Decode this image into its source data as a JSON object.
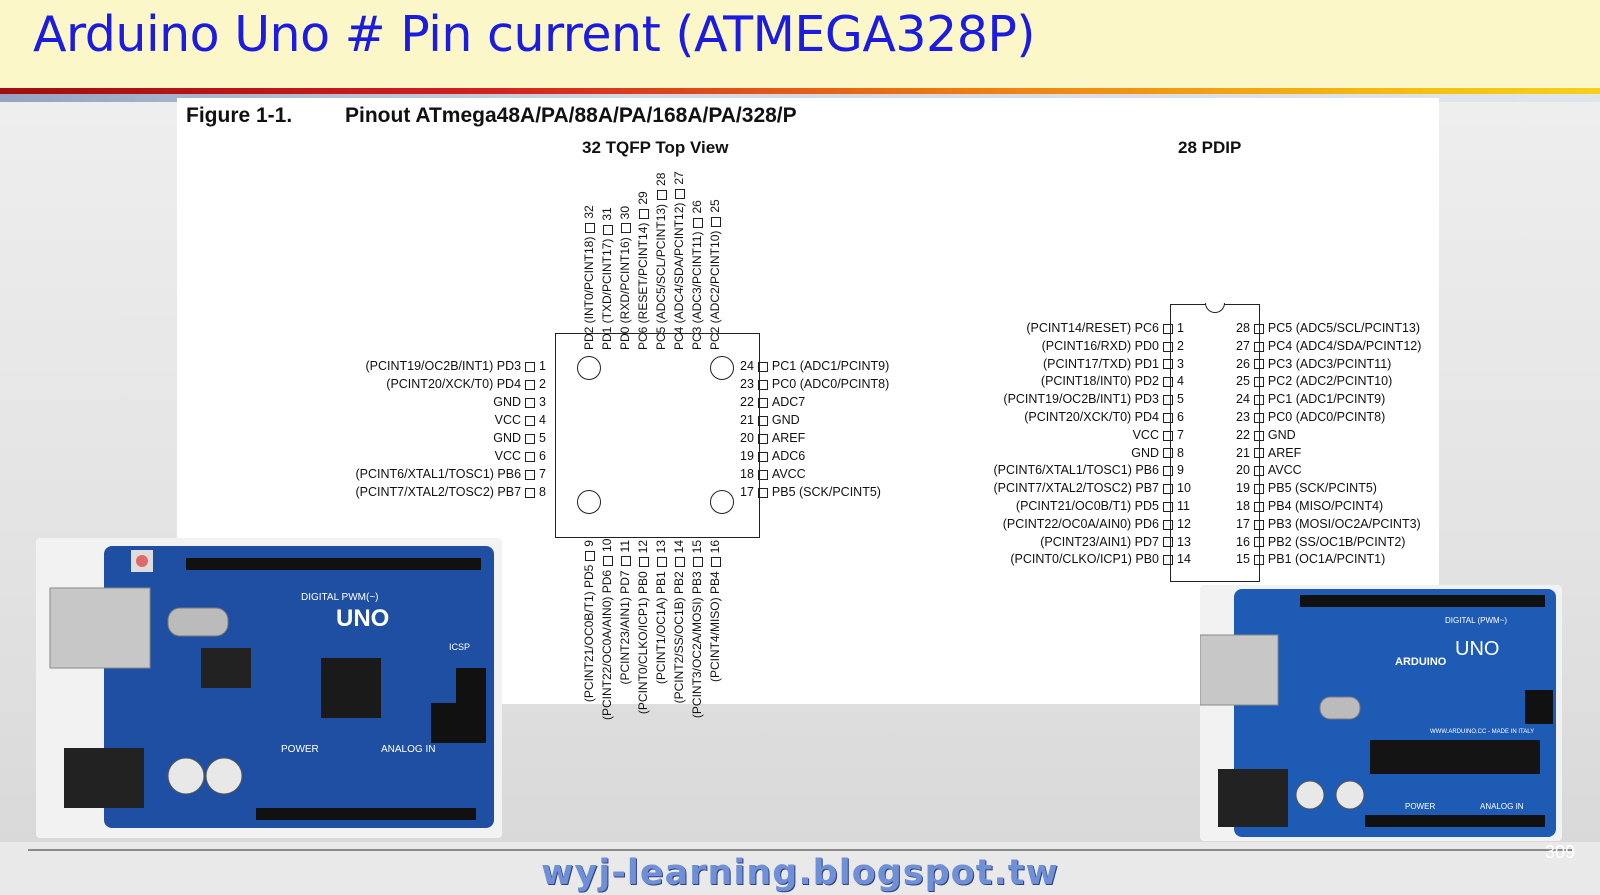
{
  "slide": {
    "title": "Arduino Uno # Pin current (ATMEGA328P)",
    "footer": "wyj-learning.blogspot.tw",
    "page_number": "309"
  },
  "figure": {
    "label": "Figure 1-1.",
    "title": "Pinout ATmega48A/PA/88A/PA/168A/PA/328/P",
    "tqfp_title": "32 TQFP Top View",
    "pdip_title": "28 PDIP"
  },
  "tqfp": {
    "left": [
      {
        "num": "1",
        "label": "(PCINT19/OC2B/INT1) PD3"
      },
      {
        "num": "2",
        "label": "(PCINT20/XCK/T0) PD4"
      },
      {
        "num": "3",
        "label": "GND"
      },
      {
        "num": "4",
        "label": "VCC"
      },
      {
        "num": "5",
        "label": "GND"
      },
      {
        "num": "6",
        "label": "VCC"
      },
      {
        "num": "7",
        "label": "(PCINT6/XTAL1/TOSC1) PB6"
      },
      {
        "num": "8",
        "label": "(PCINT7/XTAL2/TOSC2) PB7"
      }
    ],
    "right": [
      {
        "num": "24",
        "label": "PC1 (ADC1/PCINT9)"
      },
      {
        "num": "23",
        "label": "PC0 (ADC0/PCINT8)"
      },
      {
        "num": "22",
        "label": "ADC7"
      },
      {
        "num": "21",
        "label": "GND"
      },
      {
        "num": "20",
        "label": "AREF"
      },
      {
        "num": "19",
        "label": "ADC6"
      },
      {
        "num": "18",
        "label": "AVCC"
      },
      {
        "num": "17",
        "label": "PB5 (SCK/PCINT5)"
      }
    ],
    "top": [
      {
        "num": "32",
        "label": "PD2 (INT0/PCINT18)"
      },
      {
        "num": "31",
        "label": "PD1 (TXD/PCINT17)"
      },
      {
        "num": "30",
        "label": "PD0 (RXD/PCINT16)"
      },
      {
        "num": "29",
        "label": "PC6 (RESET/PCINT14)"
      },
      {
        "num": "28",
        "label": "PC5 (ADC5/SCL/PCINT13)"
      },
      {
        "num": "27",
        "label": "PC4 (ADC4/SDA/PCINT12)"
      },
      {
        "num": "26",
        "label": "PC3 (ADC3/PCINT11)"
      },
      {
        "num": "25",
        "label": "PC2 (ADC2/PCINT10)"
      }
    ],
    "bottom": [
      {
        "num": "9",
        "label": "(PCINT21/OC0B/T1) PD5"
      },
      {
        "num": "10",
        "label": "(PCINT22/OC0A/AIN0) PD6"
      },
      {
        "num": "11",
        "label": "(PCINT23/AIN1) PD7"
      },
      {
        "num": "12",
        "label": "(PCINT0/CLKO/ICP1) PB0"
      },
      {
        "num": "13",
        "label": "(PCINT1/OC1A) PB1"
      },
      {
        "num": "14",
        "label": "(PCINT2/SS/OC1B) PB2"
      },
      {
        "num": "15",
        "label": "(PCINT3/OC2A/MOSI) PB3"
      },
      {
        "num": "16",
        "label": "(PCINT4/MISO) PB4"
      }
    ]
  },
  "pdip": {
    "left": [
      {
        "num": "1",
        "label": "(PCINT14/RESET) PC6"
      },
      {
        "num": "2",
        "label": "(PCINT16/RXD) PD0"
      },
      {
        "num": "3",
        "label": "(PCINT17/TXD) PD1"
      },
      {
        "num": "4",
        "label": "(PCINT18/INT0) PD2"
      },
      {
        "num": "5",
        "label": "(PCINT19/OC2B/INT1) PD3"
      },
      {
        "num": "6",
        "label": "(PCINT20/XCK/T0) PD4"
      },
      {
        "num": "7",
        "label": "VCC"
      },
      {
        "num": "8",
        "label": "GND"
      },
      {
        "num": "9",
        "label": "(PCINT6/XTAL1/TOSC1) PB6"
      },
      {
        "num": "10",
        "label": "(PCINT7/XTAL2/TOSC2) PB7"
      },
      {
        "num": "11",
        "label": "(PCINT21/OC0B/T1) PD5"
      },
      {
        "num": "12",
        "label": "(PCINT22/OC0A/AIN0) PD6"
      },
      {
        "num": "13",
        "label": "(PCINT23/AIN1) PD7"
      },
      {
        "num": "14",
        "label": "(PCINT0/CLKO/ICP1) PB0"
      }
    ],
    "right": [
      {
        "num": "28",
        "label": "PC5 (ADC5/SCL/PCINT13)"
      },
      {
        "num": "27",
        "label": "PC4 (ADC4/SDA/PCINT12)"
      },
      {
        "num": "26",
        "label": "PC3 (ADC3/PCINT11)"
      },
      {
        "num": "25",
        "label": "PC2 (ADC2/PCINT10)"
      },
      {
        "num": "24",
        "label": "PC1 (ADC1/PCINT9)"
      },
      {
        "num": "23",
        "label": "PC0 (ADC0/PCINT8)"
      },
      {
        "num": "22",
        "label": "GND"
      },
      {
        "num": "21",
        "label": "AREF"
      },
      {
        "num": "20",
        "label": "AVCC"
      },
      {
        "num": "19",
        "label": "PB5 (SCK/PCINT5)"
      },
      {
        "num": "18",
        "label": "PB4 (MISO/PCINT4)"
      },
      {
        "num": "17",
        "label": "PB3 (MOSI/OC2A/PCINT3)"
      },
      {
        "num": "16",
        "label": "PB2 (SS/OC1B/PCINT2)"
      },
      {
        "num": "15",
        "label": "PB1 (OC1A/PCINT1)"
      }
    ]
  },
  "boards": {
    "left_board": {
      "model": "UNO",
      "label_digital": "DIGITAL PWM(~)",
      "label_power": "POWER",
      "label_analog": "ANALOG IN",
      "label_icsp": "ICSP"
    },
    "right_board": {
      "model": "UNO",
      "brand": "ARDUINO",
      "label_digital": "DIGITAL (PWM~)",
      "label_power": "POWER",
      "label_analog": "ANALOG IN",
      "url": "WWW.ARDUINO.CC - MADE IN ITALY"
    }
  },
  "colors": {
    "title": "#1c1ce0",
    "header_bg": "#fbf7c8",
    "board_blue": "#1f4fa3",
    "footer": "#6f8fd6"
  }
}
